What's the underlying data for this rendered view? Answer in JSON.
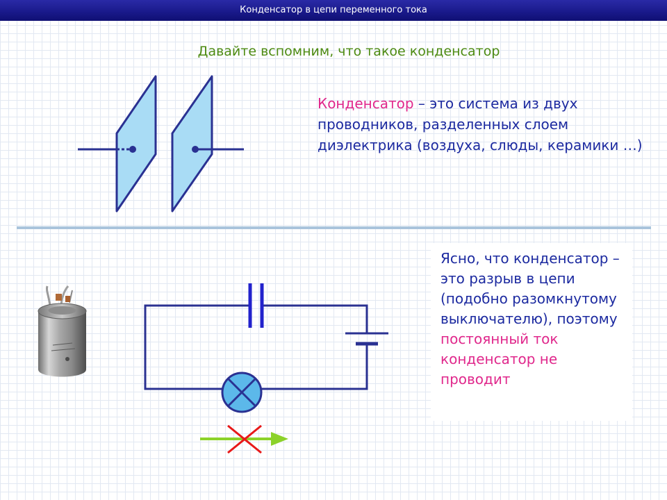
{
  "window": {
    "title": "Конденсатор в цепи переменного тока"
  },
  "slide": {
    "subtitle": "Давайте вспомним, что такое конденсатор",
    "definition": {
      "term": "Конденсатор",
      "text": " – это система из двух проводников, разделенных слоем диэлектрика (воздуха, слюды, керамики …)"
    },
    "note": {
      "text": " Ясно, что конденсатор – это разрыв в цепи (подобно разомкнутому выключателю), поэтому ",
      "highlight": "постоянный ток конденсатор не проводит"
    }
  },
  "colors": {
    "title_bar": "#1a1a8c",
    "subtitle": "#4c8a12",
    "text": "#1c2aa0",
    "highlight": "#e0288c",
    "plate_fill": "#a9dcf5",
    "lamp_fill": "#5cb8ea",
    "arrow_green": "#8cd22a",
    "cross_red": "#e81818"
  },
  "icons": {
    "capacitor_plates": "parallel-plates-diagram",
    "circuit": "dc-circuit-diagram",
    "lamp": "lamp-symbol",
    "battery": "battery-symbol",
    "capacitor_photo": "capacitor-photo",
    "blocked_arrow": "crossed-arrow-icon"
  }
}
